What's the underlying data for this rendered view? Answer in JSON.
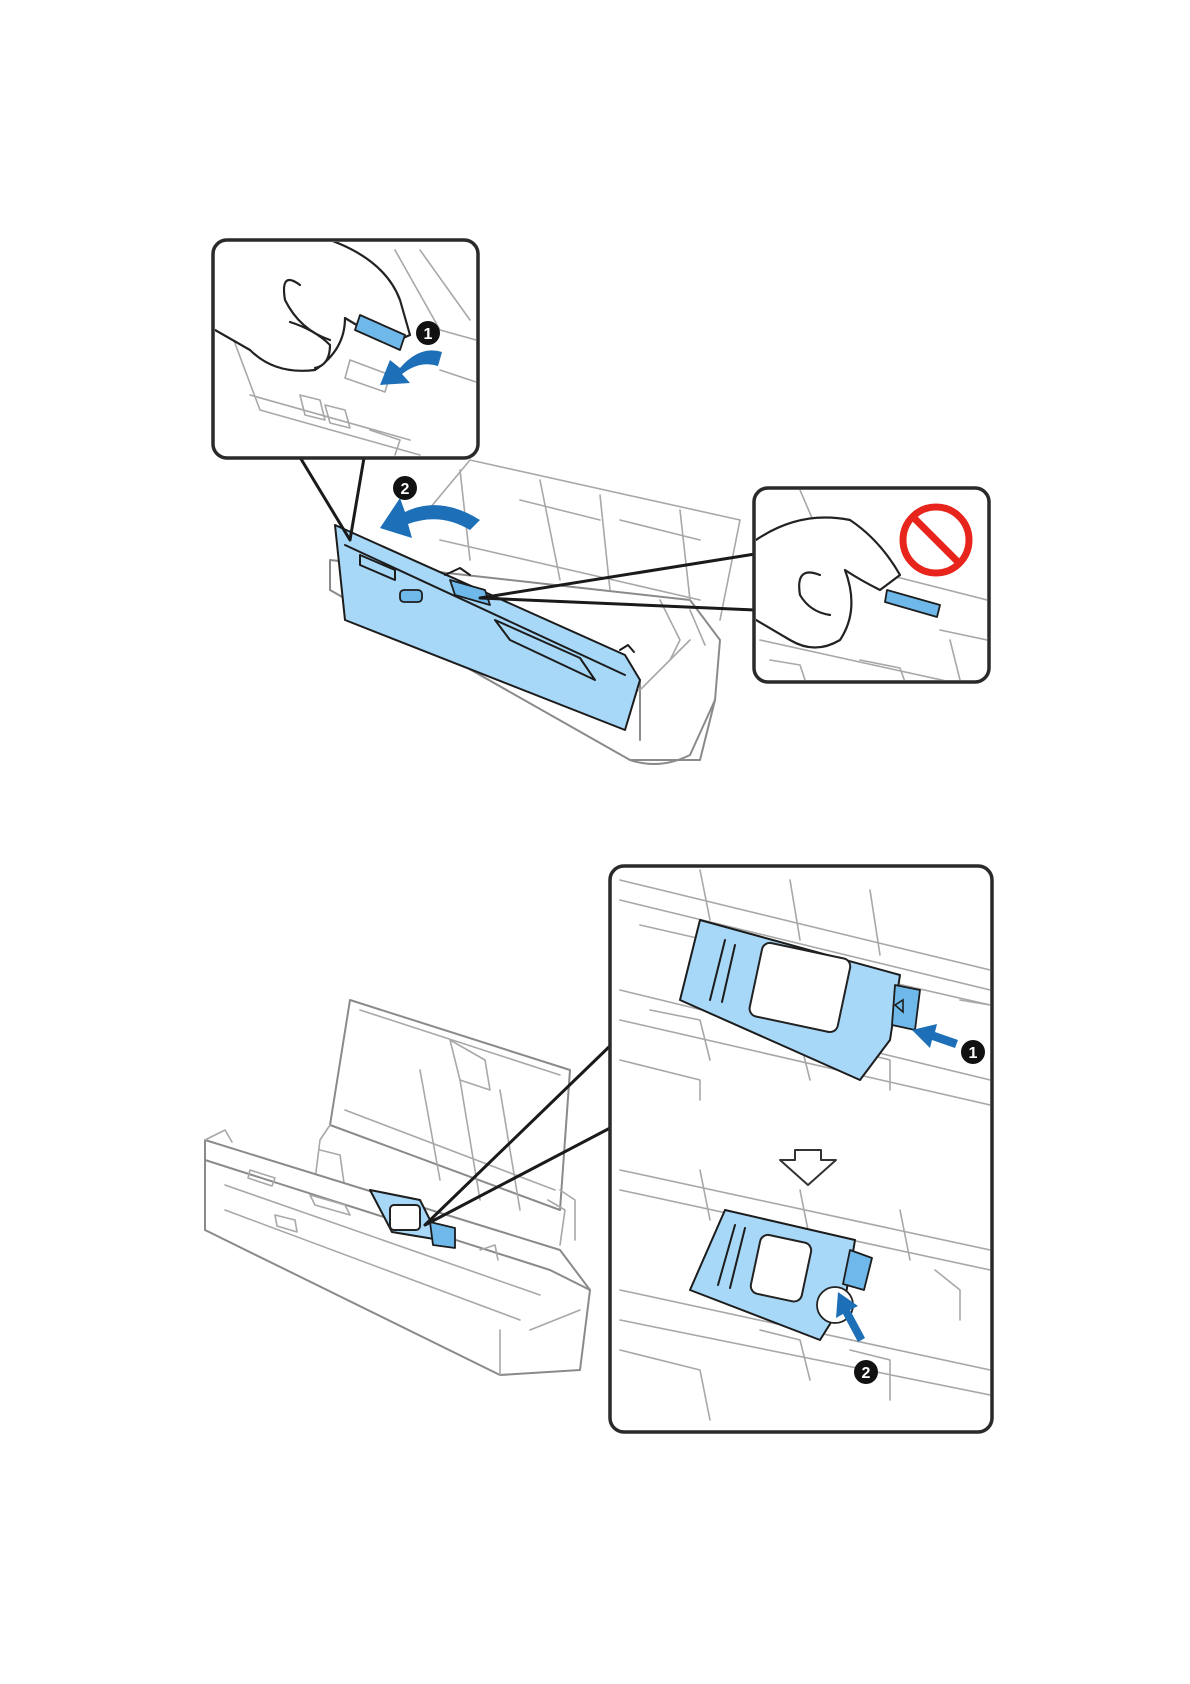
{
  "figure": {
    "step_badges": {
      "top_lever": "1",
      "top_cover": "2",
      "bottom_push": "1",
      "bottom_lift": "2"
    },
    "colors": {
      "accent_blue": "#a8d8f8",
      "arrow_blue": "#1d6fb8",
      "prohibit_red": "#e8251c",
      "outline": "#1c1c1c"
    },
    "icons": [
      "curved-arrow-icon",
      "prohibited-icon",
      "down-arrow-icon",
      "straight-arrow-icon",
      "hand-icon"
    ]
  }
}
